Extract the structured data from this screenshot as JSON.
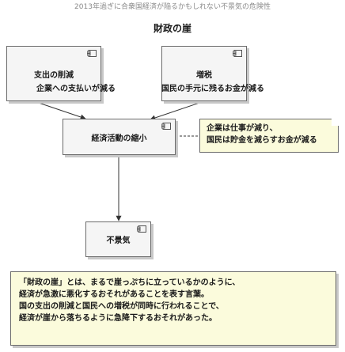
{
  "caption": "2013年過ぎに合衆国経済が陥るかもしれない不景気の危険性",
  "title": "財政の崖",
  "nodes": {
    "spending_cut": "支出の削減",
    "tax_increase": "増税",
    "economic_shrink": "経済活動の縮小",
    "recession": "不景気"
  },
  "edges": {
    "left": "企業への支払いが減る",
    "right": "国民の手元に残るお金が減る"
  },
  "note": {
    "line1": "企業は仕事が減り、",
    "line2": "国民は貯金を減らすお金が減る"
  },
  "description": {
    "line1": "「財政の崖」とは、まるで崖っぷちに立っているかのように、",
    "line2": "経済が急激に悪化するおそれがあることを表す言葉。",
    "line3": "国の支出の削減と国民への増税が同時に行われることで、",
    "line4": "経済が崖から落ちるように急降下するおそれがあった。"
  }
}
